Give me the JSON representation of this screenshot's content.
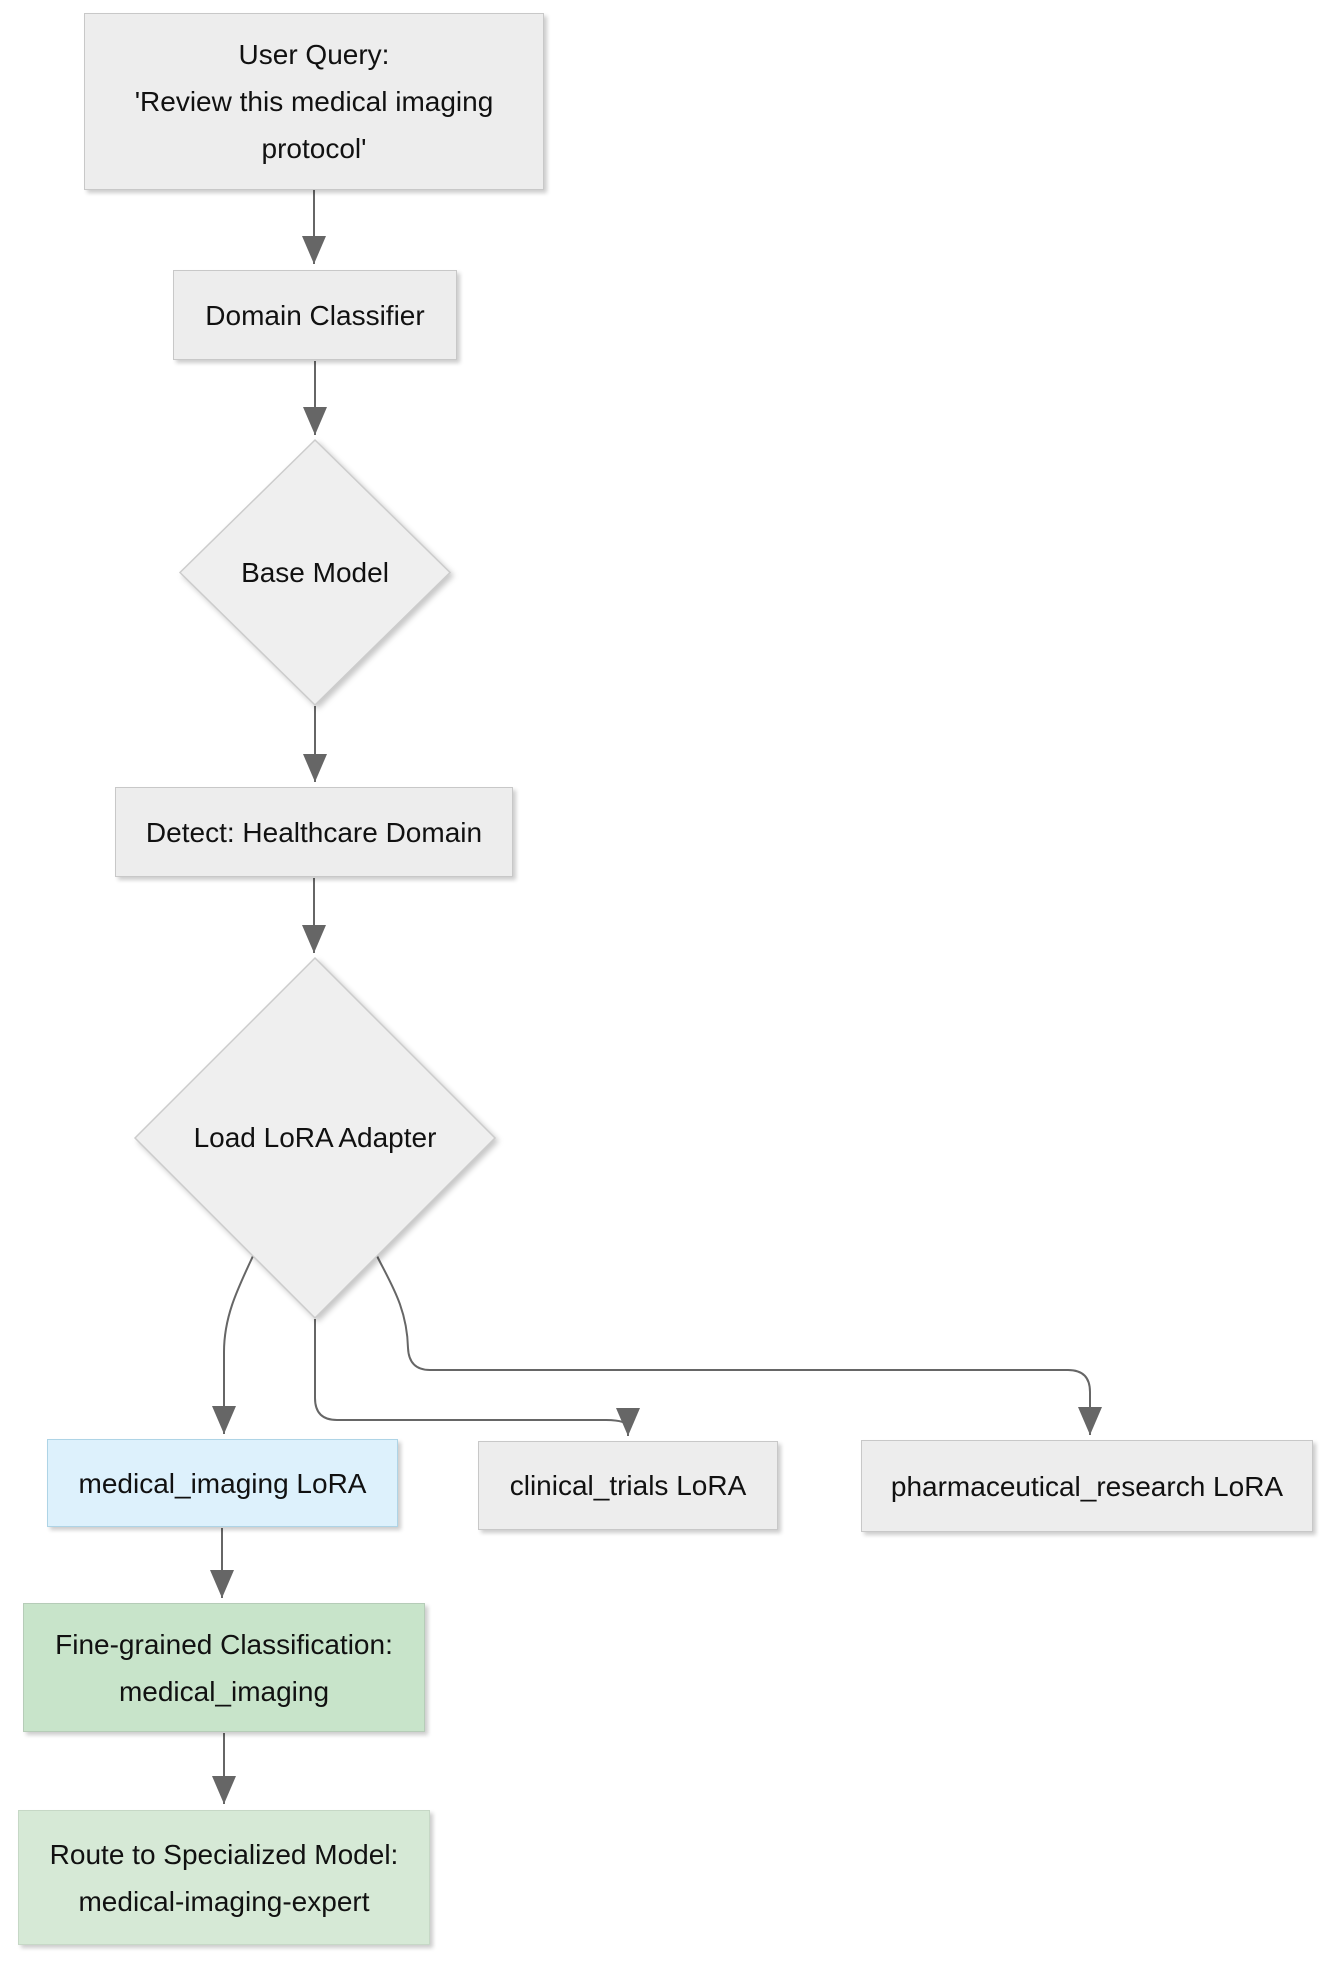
{
  "diagram": {
    "background": "#ffffff",
    "edge_color": "#666666",
    "text_color": "#111111",
    "node_fill_gray": "#ededed",
    "node_fill_blue": "#ddf1fc",
    "node_fill_green": "#c8e4ca",
    "node_fill_green_light": "#d6e9d6",
    "nodes": {
      "user_query": {
        "lines": [
          "User Query:",
          "'Review this medical imaging",
          "protocol'"
        ],
        "fill": "#ededed",
        "border": "#c8c8c8"
      },
      "domain_classifier": {
        "lines": [
          "Domain Classifier"
        ],
        "fill": "#ededed",
        "border": "#c8c8c8"
      },
      "base_model": {
        "label": "Base Model",
        "fill": "#efefef",
        "border": "#cccccc"
      },
      "detect_healthcare": {
        "lines": [
          "Detect: Healthcare Domain"
        ],
        "fill": "#ededed",
        "border": "#c8c8c8"
      },
      "load_lora": {
        "label": "Load LoRA Adapter",
        "fill": "#efefef",
        "border": "#cccccc"
      },
      "medical_lora": {
        "lines": [
          "medical_imaging LoRA"
        ],
        "fill": "#ddf1fc",
        "border": "#aed4e6"
      },
      "clinical_lora": {
        "lines": [
          "clinical_trials LoRA"
        ],
        "fill": "#ededed",
        "border": "#c8c8c8"
      },
      "pharma_lora": {
        "lines": [
          "pharmaceutical_research LoRA"
        ],
        "fill": "#ededed",
        "border": "#c8c8c8"
      },
      "fine_grained": {
        "lines": [
          "Fine-grained Classification:",
          "medical_imaging"
        ],
        "fill": "#c8e4ca",
        "border": "#b6ccb8"
      },
      "route_specialized": {
        "lines": [
          "Route to Specialized Model:",
          "medical-imaging-expert"
        ],
        "fill": "#d6e9d6",
        "border": "#c6d8c6"
      }
    }
  }
}
